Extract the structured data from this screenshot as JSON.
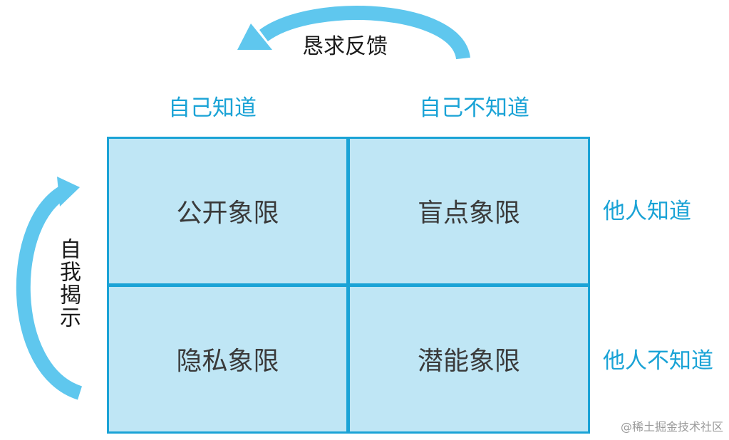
{
  "diagram": {
    "top_arrow_label": "恳求反馈",
    "left_arrow_label": "自我揭示",
    "column_headers": [
      "自己知道",
      "自己不知道"
    ],
    "row_headers": [
      "他人知道",
      "他人不知道"
    ],
    "cells": [
      [
        "公开象限",
        "盲点象限"
      ],
      [
        "隐私象限",
        "潜能象限"
      ]
    ]
  },
  "watermark": "@稀土掘金技术社区",
  "colors": {
    "accent": "#1aa3d6",
    "arrow": "#5fc7ee",
    "cell_fill": "#bfe6f5",
    "text_dark": "#1a1a1a",
    "cell_text": "#3a3a3a"
  }
}
